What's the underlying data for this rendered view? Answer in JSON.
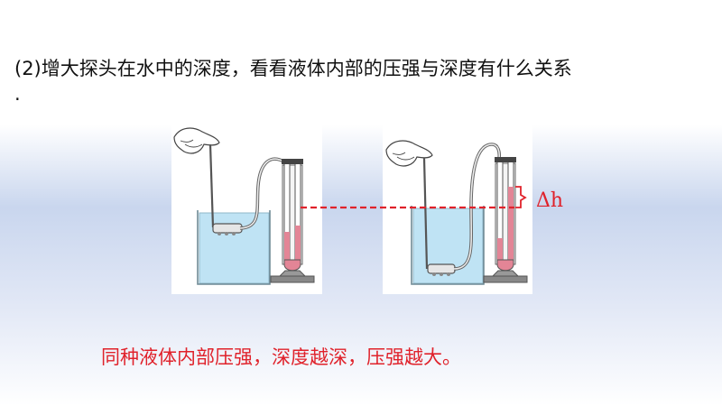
{
  "slide": {
    "question": "(2)增大探头在水中的深度，看看液体内部的压强与深度有什么关系",
    "question_tail": ".",
    "delta_label": "Δh",
    "conclusion": "同种液体内部压强，深度越深，压强越大。"
  },
  "colors": {
    "accent_red": "#e0222b",
    "water": "#bfe3f4",
    "manometer_liquid": "#e38596"
  }
}
